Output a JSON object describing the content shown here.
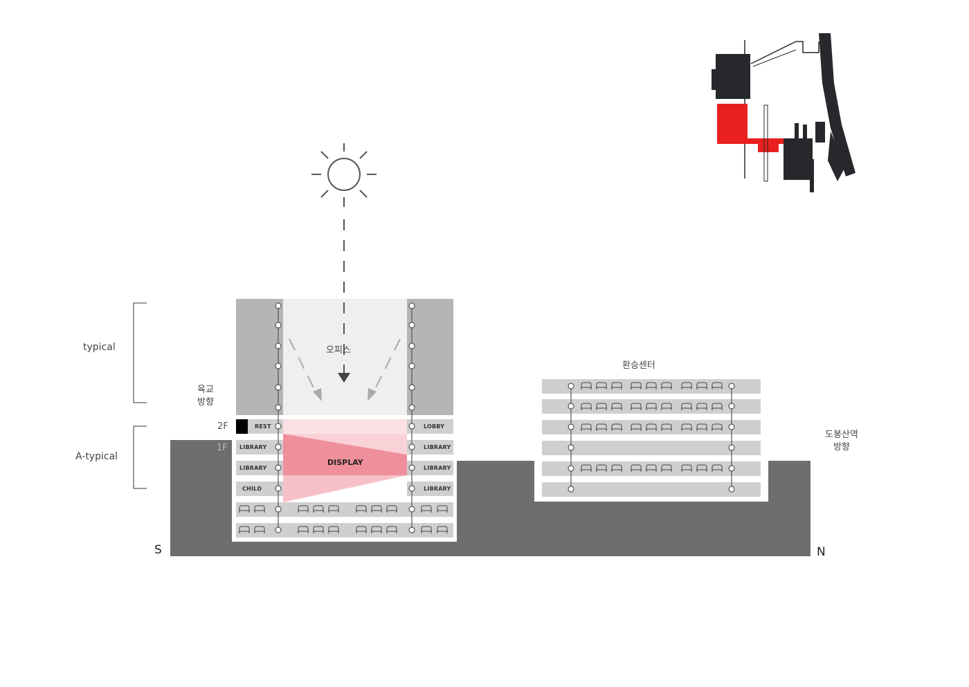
{
  "labels": {
    "typical": "typical",
    "a_typical": "A-typical",
    "south": "S",
    "north": "N",
    "floor_2f": "2F",
    "floor_1f": "1F",
    "yukgyo_line1": "육교",
    "yukgyo_line2": "방향",
    "office": "오피스",
    "transfer_center": "환승센터",
    "dobongsan_line1": "도봉산역",
    "dobongsan_line2": "방향",
    "display": "DISPLAY"
  },
  "rooms_left": [
    "REST",
    "LIBRARY",
    "LIBRARY",
    "CHILD"
  ],
  "rooms_right": [
    "LOBBY",
    "LIBRARY",
    "LIBRARY",
    "LIBRARY"
  ],
  "colors": {
    "ground": "#6e6e6e",
    "wall": "#b5b5b5",
    "floor_band": "#cfcfcf",
    "light_well": "#efefef",
    "display_pink": "#ee8f9b",
    "display_light": "#f7c9cf",
    "site_dark": "#26282c",
    "site_red": "#e8201f"
  }
}
